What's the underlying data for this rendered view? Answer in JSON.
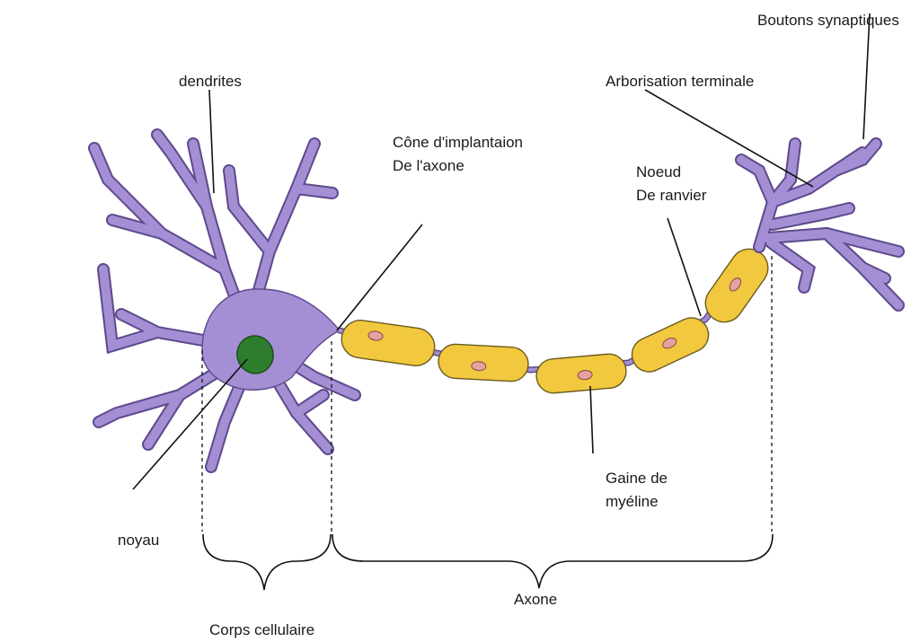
{
  "labels": {
    "dendrites": "dendrites",
    "cone_line1": "Cône d'implantaion",
    "cone_line2": "De l'axone",
    "noyau": "noyau",
    "corps_cellulaire": "Corps cellulaire",
    "axone": "Axone",
    "gaine_line1": "Gaine de",
    "gaine_line2": "myéline",
    "noeud_line1": "Noeud",
    "noeud_line2": "De ranvier",
    "arborisation": "Arborisation terminale",
    "boutons": "Boutons synaptiques"
  },
  "colors": {
    "neuron_body": "#a48ed4",
    "neuron_outline": "#5d4a8c",
    "nucleus": "#2e7d2e",
    "myelin": "#f2c83e",
    "schwann_nucleus": "#e8a0a0"
  }
}
